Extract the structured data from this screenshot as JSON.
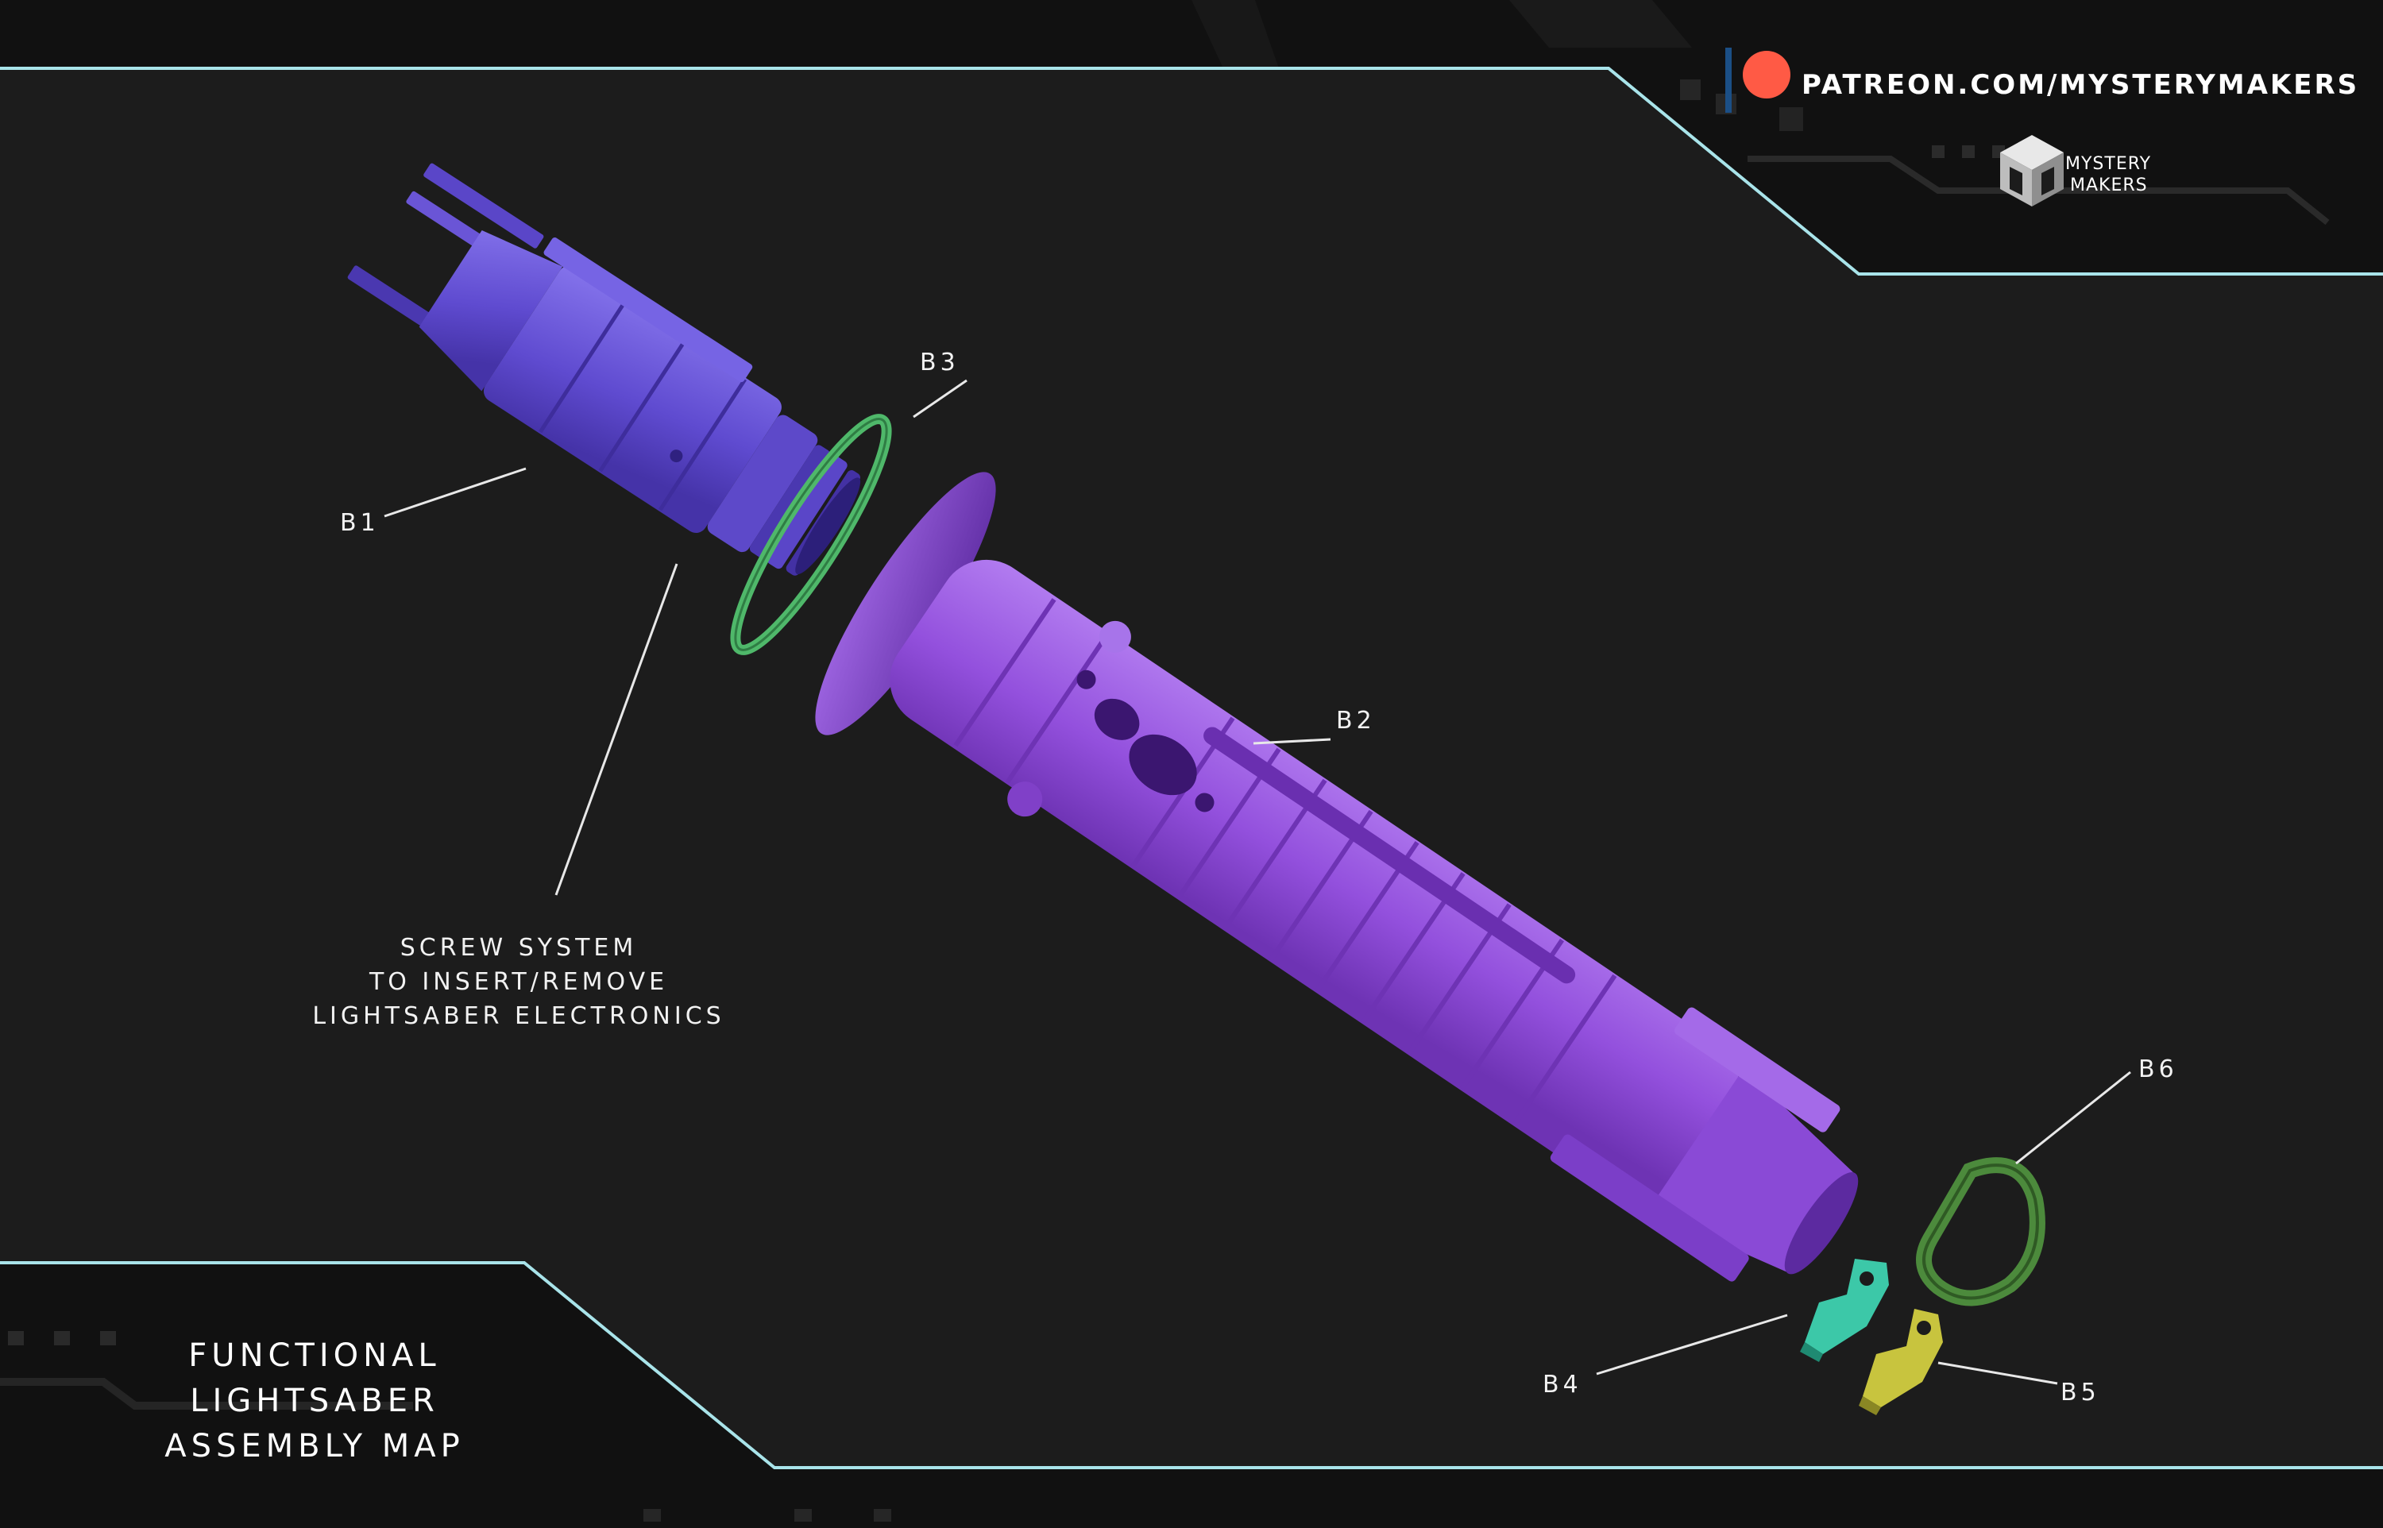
{
  "header": {
    "site_url": "PATREON.COM/MYSTERYMAKERS",
    "brand_line1": "MYSTERY",
    "brand_line2": "MAKERS"
  },
  "title": {
    "line1": "FUNCTIONAL",
    "line2": "LIGHTSABER",
    "line3": "ASSEMBLY MAP"
  },
  "note": {
    "line1": "SCREW SYSTEM",
    "line2": "TO INSERT/REMOVE",
    "line3": "LIGHTSABER ELECTRONICS"
  },
  "parts": {
    "b1": "B1",
    "b2": "B2",
    "b3": "B3",
    "b4": "B4",
    "b5": "B5",
    "b6": "B6"
  },
  "colors": {
    "background": "#1c1c1c",
    "frame_line": "#a9e4ea",
    "part_b1": "#6a55d6",
    "part_b2": "#9b5ae2",
    "part_b3": "#4fb86a",
    "part_b4": "#3cc8a8",
    "part_b5": "#c8c43e",
    "part_b6": "#4c8a3c",
    "patreon": "#ff5a45"
  }
}
